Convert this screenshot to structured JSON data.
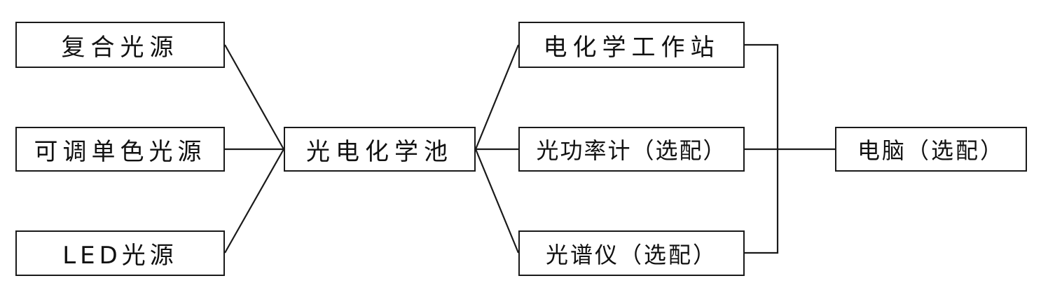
{
  "nodes": {
    "composite_light": "复合光源",
    "tunable_light": "可调单色光源",
    "led_light": "LED光源",
    "photoelectrochemical_cell": "光电化学池",
    "workstation": "电化学工作站",
    "power_meter": "光功率计（选配）",
    "spectrometer": "光谱仪（选配）",
    "computer": "电脑（选配）"
  },
  "colors": {
    "line": "#1a1a1a",
    "box_border": "#1a1a1a",
    "background": "#ffffff"
  }
}
